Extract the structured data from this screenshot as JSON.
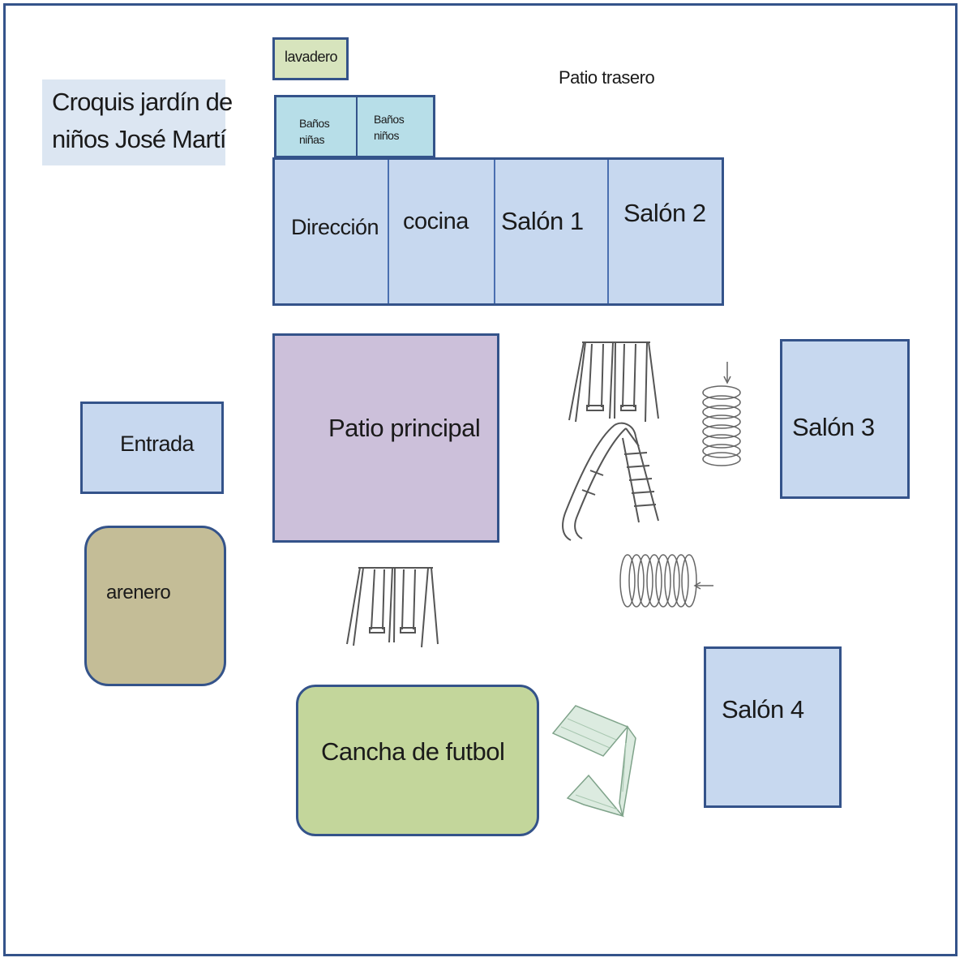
{
  "title": {
    "line1": "Croquis jardín de",
    "line2": "niños José Martí"
  },
  "patio_trasero": "Patio trasero",
  "lavadero": "lavadero",
  "banos": {
    "left_line1": "Baños",
    "left_line2": "niñas",
    "right_line1": "Baños",
    "right_line2": "niños"
  },
  "main_building": {
    "rooms": [
      "Dirección",
      "cocina",
      "Salón 1",
      "Salón 2"
    ]
  },
  "patio_principal": "Patio principal",
  "entrada": "Entrada",
  "arenero": "arenero",
  "salon3": "Salón 3",
  "salon4": "Salón 4",
  "cancha": "Cancha de futbol",
  "icons": [
    "swing-set-icon",
    "slide-icon",
    "spring-tunnel-icon",
    "soccer-goal-icon"
  ],
  "colors": {
    "border": "#34538a",
    "room_fill": "#c7d8ef",
    "title_fill": "#dce6f2",
    "lavadero_fill": "#d7e4bd",
    "banos_fill": "#b7dee8",
    "patio_fill": "#ccc0da",
    "arenero_fill": "#c4bd97",
    "cancha_fill": "#c3d69b"
  }
}
